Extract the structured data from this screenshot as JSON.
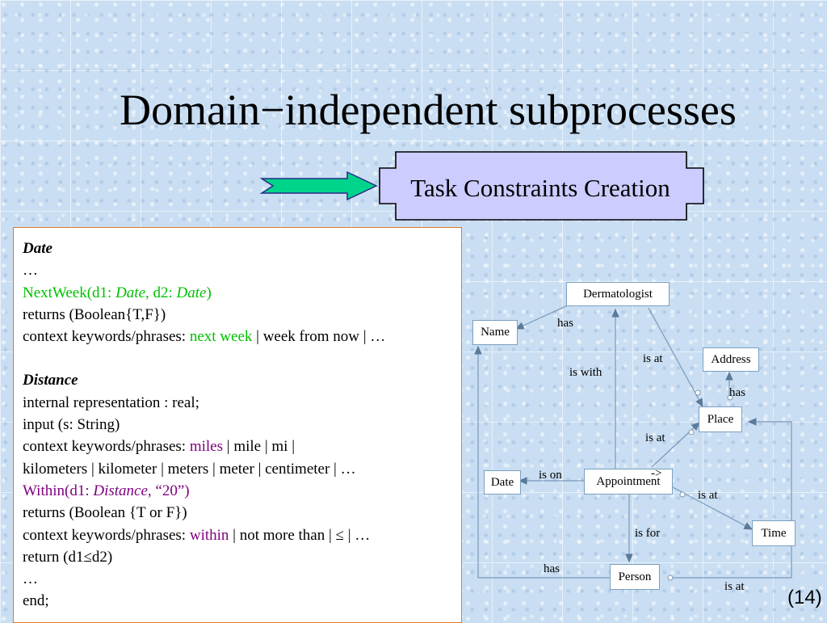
{
  "slide": {
    "title": "Domain−independent subprocesses",
    "step_label": "Task Constraints Creation",
    "page_number": "(14)"
  },
  "panel": {
    "date": {
      "heading": "Date",
      "ellipsis1": " …",
      "method_name": "NextWeek(d1: ",
      "param1_type": "Date",
      "method_mid": ", d2: ",
      "param2_type": "Date",
      "method_close": ")",
      "returns": "returns (Boolean{T,F})",
      "ctx_prefix": "context keywords/phrases: ",
      "ctx_keyword": "next week",
      "ctx_rest": " | week from now | …"
    },
    "distance": {
      "heading": "Distance",
      "internal": "internal representation : real;",
      "input": "input (s: String)",
      "ctx_prefix": "context keywords/phrases: ",
      "ctx_keyword": "miles",
      "ctx_rest": " | mile | mi |",
      "ctx_line2": "kilometers | kilometer | meters | meter | centimeter | …",
      "within_name": "Within(d1: ",
      "within_type": "Distance",
      "within_rest": ", “20”)",
      "returns": "returns (Boolean {T or F})",
      "ctx2_prefix": "context keywords/phrases: ",
      "ctx2_keyword": "within",
      "ctx2_rest": " | not more than | ≤ |  …",
      "return_expr": "return (d1≤d2)",
      "ellipsis2": "…",
      "end": "end;"
    }
  },
  "diagram": {
    "nodes": {
      "dermatologist": "Dermatologist",
      "name": "Name",
      "address": "Address",
      "place": "Place",
      "date": "Date",
      "appointment": "Appointment",
      "time": "Time",
      "person": "Person"
    },
    "relations": {
      "derm_name_has": "has",
      "derm_place_is_at": "is at",
      "appt_derm_is_with": "is with",
      "place_address_has": "has",
      "appt_place_is_at": "is at",
      "appt_date_is_on": "is on",
      "appt_time_is_at": "is at",
      "appt_person_is_for": "is for",
      "person_name_has": "has",
      "person_place_is_at": "is at",
      "appt_marker": "->"
    }
  },
  "colors": {
    "arrow_fill": "#00d48a",
    "step_box_fill": "#ccccff",
    "panel_border": "#e07a2a",
    "keyword_green": "#00c000",
    "keyword_purple": "#800080"
  }
}
